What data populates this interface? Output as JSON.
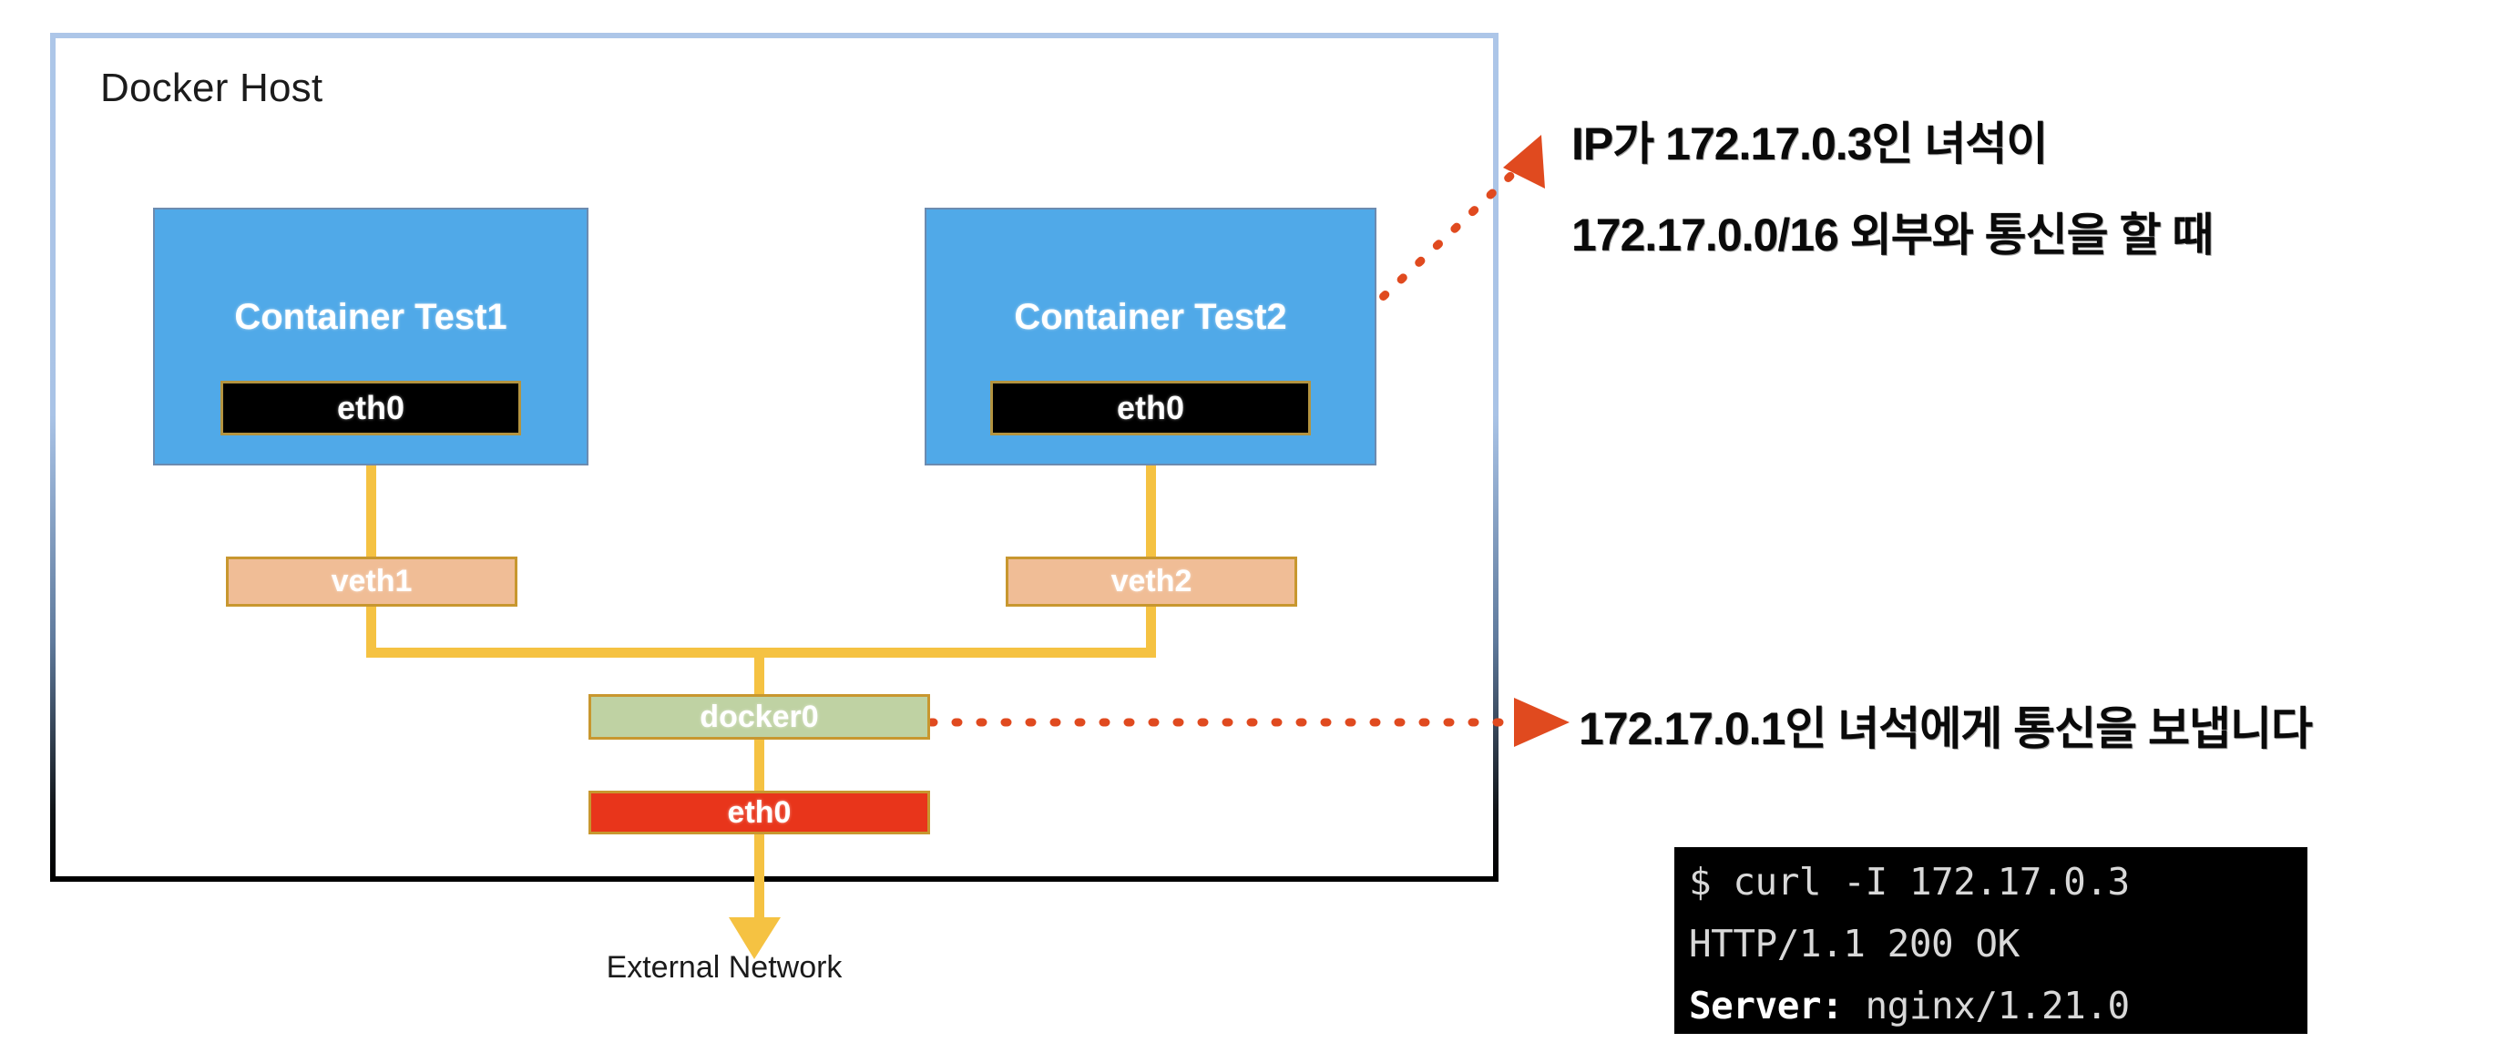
{
  "diagram": {
    "title": "Docker Host",
    "host_border_top_color": "#adc6e8",
    "host_border_bottom_color": "#000000",
    "containers": [
      {
        "name": "Container Test1",
        "interface": "eth0"
      },
      {
        "name": "Container Test2",
        "interface": "eth0"
      }
    ],
    "veths": [
      {
        "label": "veth1"
      },
      {
        "label": "veth2"
      }
    ],
    "bridge": {
      "label": "docker0",
      "color": "#bfd2a3"
    },
    "host_interface": {
      "label": "eth0",
      "color": "#e8351b"
    },
    "external": {
      "label": "External Network"
    },
    "wire_color": "#f5c242",
    "container_color": "#50a9e8"
  },
  "annotations": {
    "accent_color": "#e04a1f",
    "top": {
      "line1": "IP가 172.17.0.3인 녀석이",
      "line2": "172.17.0.0/16 외부와 통신을 할 때"
    },
    "bottom": {
      "line1": "172.17.0.1인 녀석에게 통신을 보냅니다"
    }
  },
  "terminal": {
    "lines": [
      {
        "prompt": "$ ",
        "text": "curl -I 172.17.0.3",
        "bold_prefix": ""
      },
      {
        "prompt": "",
        "text": "HTTP/1.1 200 OK",
        "bold_prefix": ""
      },
      {
        "prompt": "",
        "text": " nginx/1.21.0",
        "bold_prefix": "Server:"
      }
    ],
    "line1": "$ curl -I 172.17.0.3",
    "line2": "HTTP/1.1 200 OK",
    "line3_bold": "Server:",
    "line3_rest": " nginx/1.21.0"
  }
}
